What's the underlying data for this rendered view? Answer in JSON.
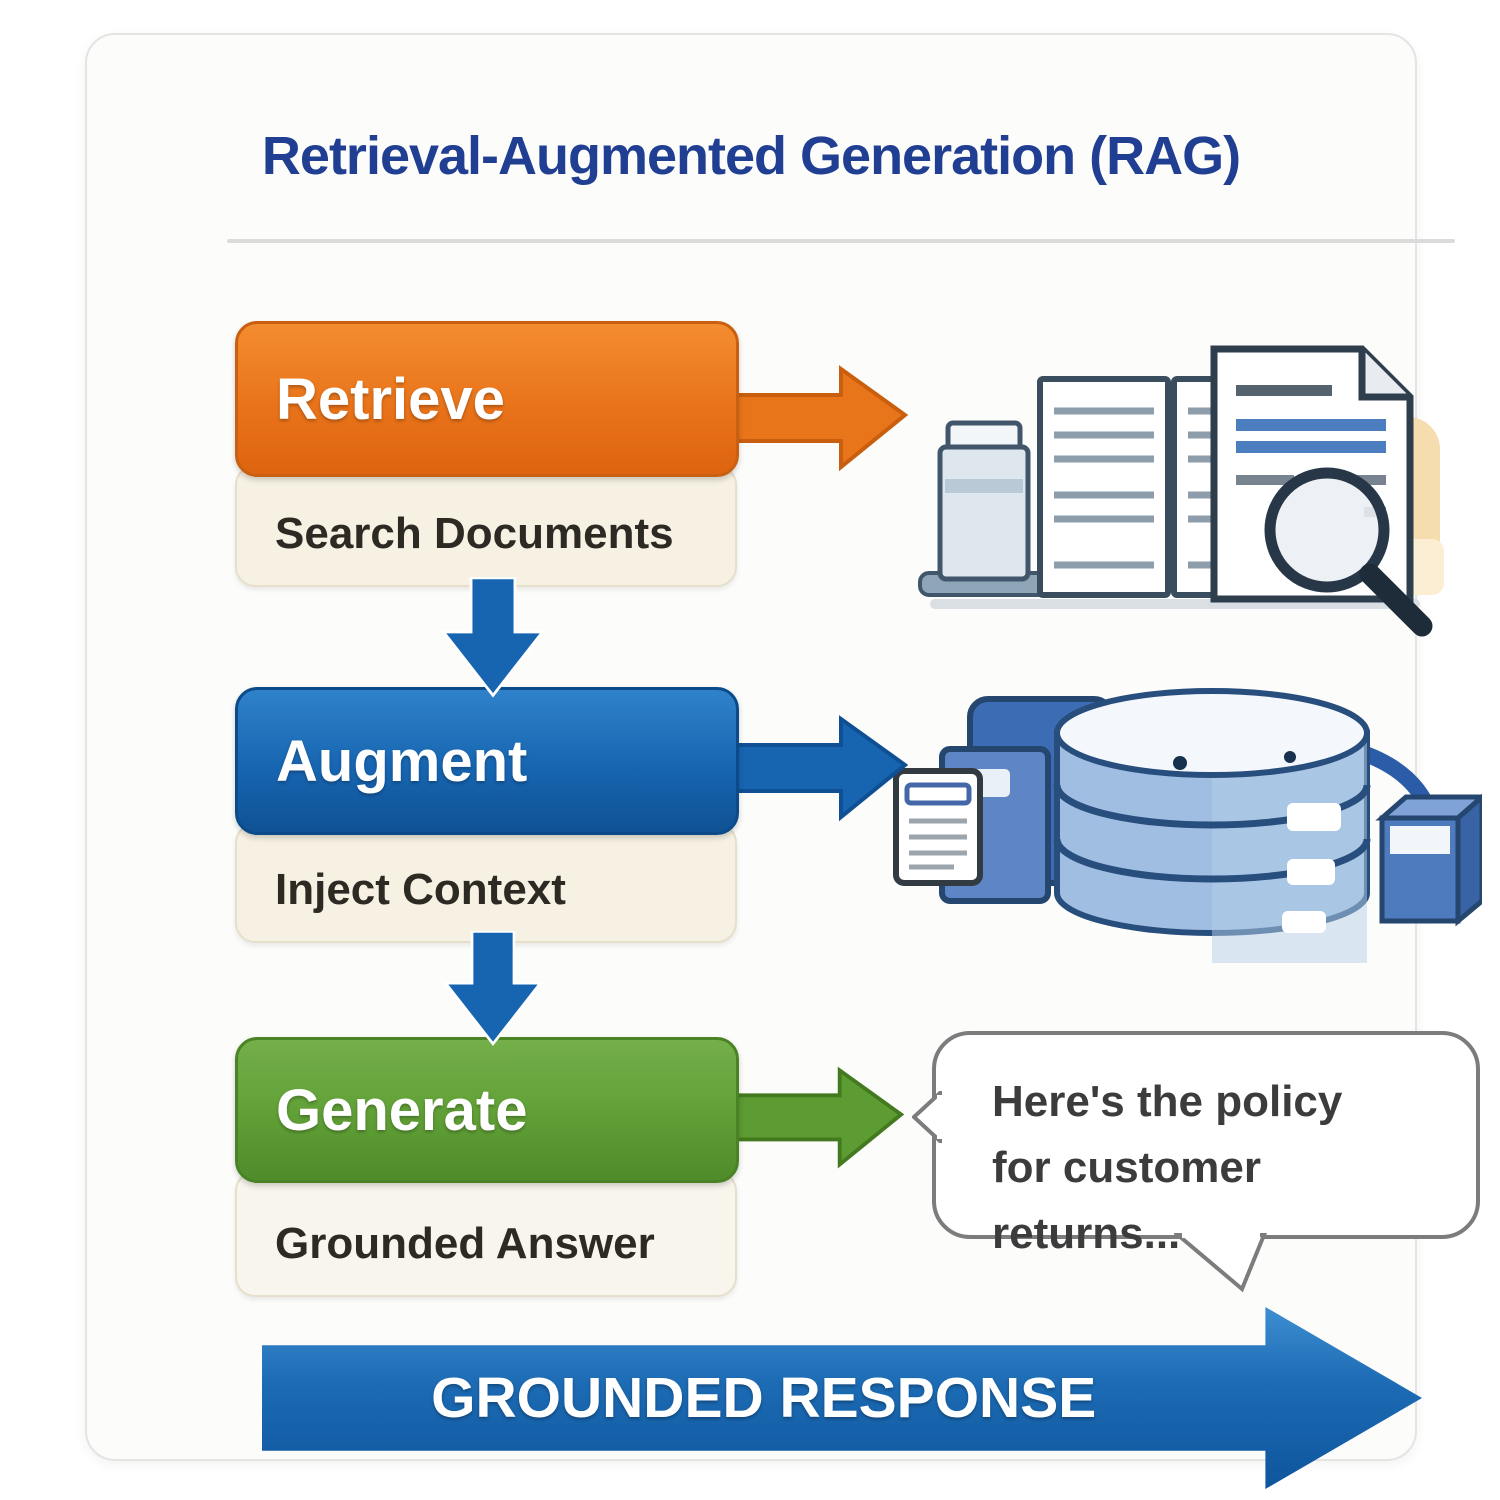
{
  "title": "Retrieval-Augmented Generation (RAG)",
  "steps": [
    {
      "label": "Retrieve",
      "sublabel": "Search Documents",
      "color": "#E9731A",
      "arrow_color": "#E8751A",
      "icon": "documents-search-illustration"
    },
    {
      "label": "Augment",
      "sublabel": "Inject Context",
      "color": "#1765B1",
      "arrow_color": "#1765B1",
      "icon": "database-illustration"
    },
    {
      "label": "Generate",
      "sublabel": "Grounded Answer",
      "color": "#609F36",
      "arrow_color": "#5C9C32",
      "icon": "speech-bubble"
    }
  ],
  "speech_bubble": {
    "line1": "Here's the policy",
    "line2": "for customer returns..."
  },
  "bottom_arrow": {
    "label": "GROUNDED RESPONSE",
    "color": "#1C6BB4"
  },
  "colors": {
    "title": "#203E92",
    "connector_blue": "#1765B1",
    "sublabel_bg": "#F6F1E3",
    "card_bg": "#FCFCFB",
    "bubble_border": "#7C7C7C"
  }
}
